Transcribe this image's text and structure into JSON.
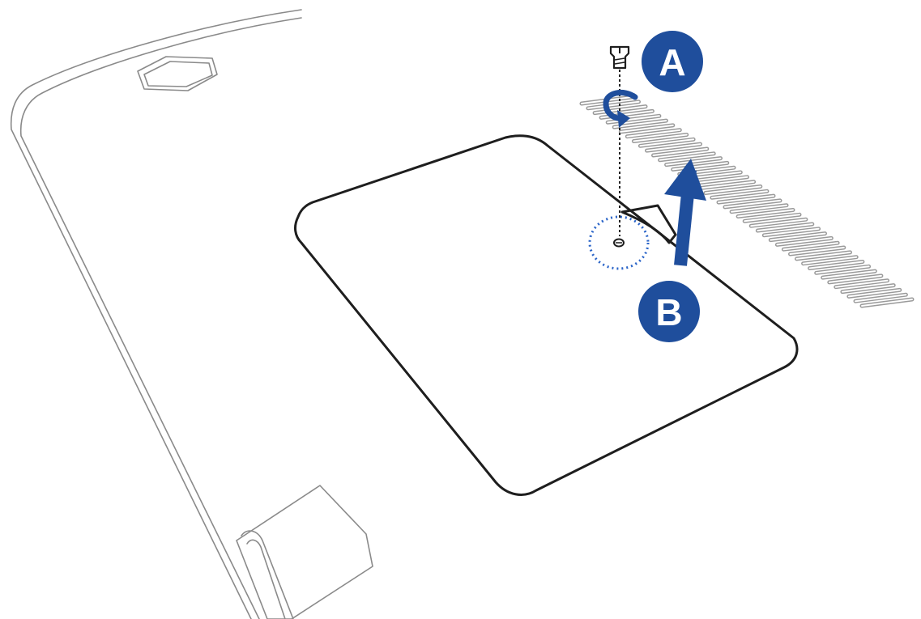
{
  "diagram": {
    "steps": [
      {
        "id": "A",
        "label": "A"
      },
      {
        "id": "B",
        "label": "B"
      }
    ],
    "colors": {
      "accent": "#1f4e9c",
      "outline": "#3c3c3c",
      "vent": "#9a9a9a",
      "background": "#ffffff"
    },
    "icons": {
      "screw": "screw-icon",
      "rotate": "counterclockwise-rotate-arrow-icon",
      "lift": "lift-up-arrow-icon",
      "highlight": "dotted-circle-highlight-icon"
    }
  }
}
